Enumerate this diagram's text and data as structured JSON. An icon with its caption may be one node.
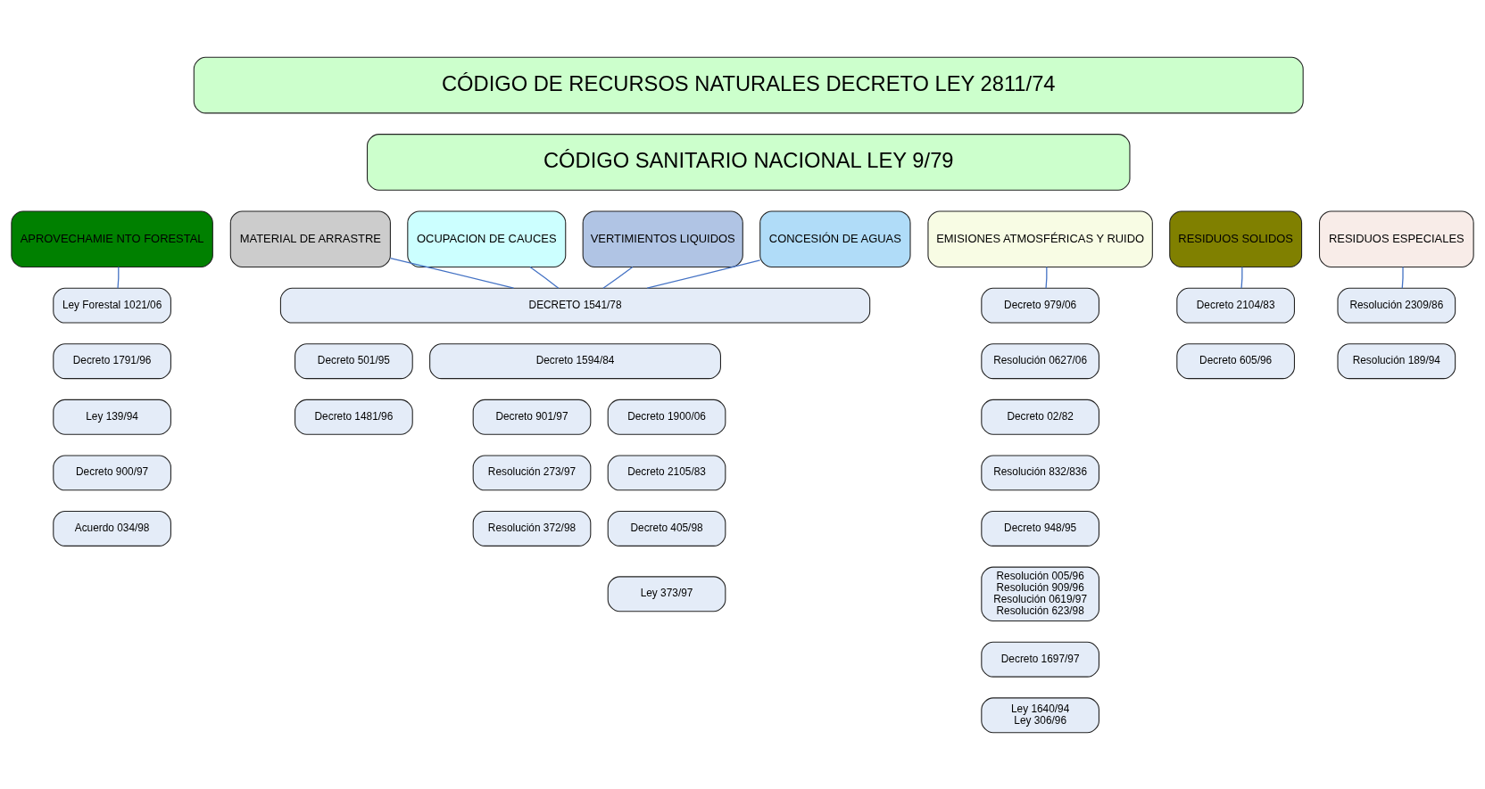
{
  "diagram": {
    "nodes": [
      {
        "text": [
          "CÓDIGO DE RECURSOS NATURALES DECRETO LEY 2811/74"
        ]
      },
      {
        "text": [
          "CÓDIGO SANITARIO NACIONAL LEY 9/79"
        ]
      },
      {
        "text": [
          "APROVECHAMIE NTO FORESTAL"
        ]
      },
      {
        "text": [
          "MATERIAL DE ARRASTRE"
        ]
      },
      {
        "text": [
          "OCUPACION DE CAUCES"
        ]
      },
      {
        "text": [
          "VERTIMIENTOS LIQUIDOS"
        ]
      },
      {
        "text": [
          "CONCESIÓN DE AGUAS"
        ]
      },
      {
        "text": [
          "EMISIONES ATMOSFÉRICAS Y RUIDO"
        ]
      },
      {
        "text": [
          "RESIDUOS SOLIDOS"
        ]
      },
      {
        "text": [
          "RESIDUOS ESPECIALES"
        ]
      },
      {
        "text": [
          "Ley Forestal 1021/06"
        ]
      },
      {
        "text": [
          "DECRETO 1541/78"
        ]
      },
      {
        "text": [
          "Decreto 979/06"
        ]
      },
      {
        "text": [
          "Decreto 2104/83"
        ]
      },
      {
        "text": [
          "Resolución 2309/86"
        ]
      },
      {
        "text": [
          "Decreto 1791/96"
        ]
      },
      {
        "text": [
          "Decreto 501/95"
        ]
      },
      {
        "text": [
          "Decreto 1594/84"
        ]
      },
      {
        "text": [
          "Resolución 0627/06"
        ]
      },
      {
        "text": [
          "Decreto 605/96"
        ]
      },
      {
        "text": [
          "Resolución 189/94"
        ]
      },
      {
        "text": [
          "Ley 139/94"
        ]
      },
      {
        "text": [
          "Decreto 1481/96"
        ]
      },
      {
        "text": [
          "Decreto 901/97"
        ]
      },
      {
        "text": [
          "Decreto 1900/06"
        ]
      },
      {
        "text": [
          "Decreto 02/82"
        ]
      },
      {
        "text": [
          "Decreto 900/97"
        ]
      },
      {
        "text": [
          "Resolución 273/97"
        ]
      },
      {
        "text": [
          "Decreto 2105/83"
        ]
      },
      {
        "text": [
          "Resolución 832/836"
        ]
      },
      {
        "text": [
          "Acuerdo 034/98"
        ]
      },
      {
        "text": [
          "Resolución 372/98"
        ]
      },
      {
        "text": [
          "Decreto 405/98"
        ]
      },
      {
        "text": [
          "Decreto 948/95"
        ]
      },
      {
        "text": [
          "Ley 373/97"
        ]
      },
      {
        "text": [
          "Resolución 005/96",
          "Resolución 909/96",
          "Resolución 0619/97",
          "Resolución 623/98"
        ]
      },
      {
        "text": [
          "Decreto 1697/97"
        ]
      },
      {
        "text": [
          "Ley 1640/94",
          "Ley 306/96"
        ]
      }
    ],
    "edges": [
      {
        "from": 2,
        "to": 10,
        "arrow": "none"
      },
      {
        "from": 3,
        "to": 11,
        "arrow": "none"
      },
      {
        "from": 4,
        "to": 11,
        "arrow": "none"
      },
      {
        "from": 5,
        "to": 11,
        "arrow": "none"
      },
      {
        "from": 6,
        "to": 11,
        "arrow": "none"
      },
      {
        "from": 7,
        "to": 12,
        "arrow": "none"
      },
      {
        "from": 8,
        "to": 13,
        "arrow": "none"
      },
      {
        "from": 9,
        "to": 14,
        "arrow": "none"
      }
    ]
  }
}
